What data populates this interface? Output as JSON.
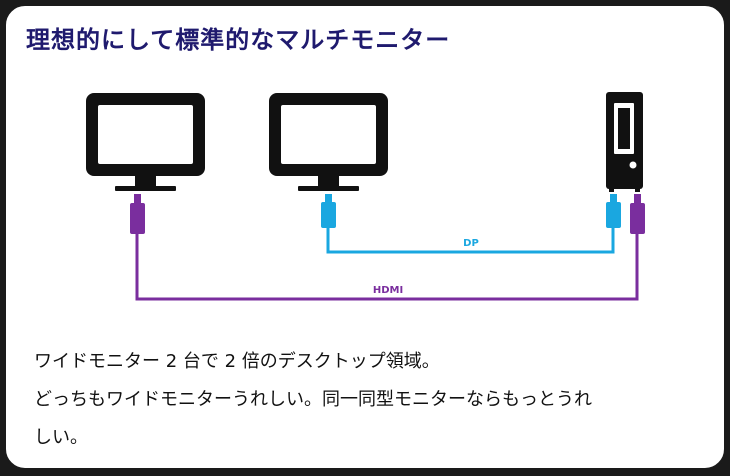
{
  "title": "理想的にして標準的なマルチモニター",
  "diagram": {
    "dp_label": "DP",
    "hdmi_label": "HDMI",
    "colors": {
      "device": "#111111",
      "dp": "#1aa7e0",
      "hdmi": "#7a2e9e",
      "title": "#1f1a6e"
    }
  },
  "caption": {
    "line1": "ワイドモニター 2 台で 2 倍のデスクトップ領域。",
    "line2": "どっちもワイドモニターうれしい。同一同型モニターならもっとうれ",
    "line3": "しい。"
  }
}
